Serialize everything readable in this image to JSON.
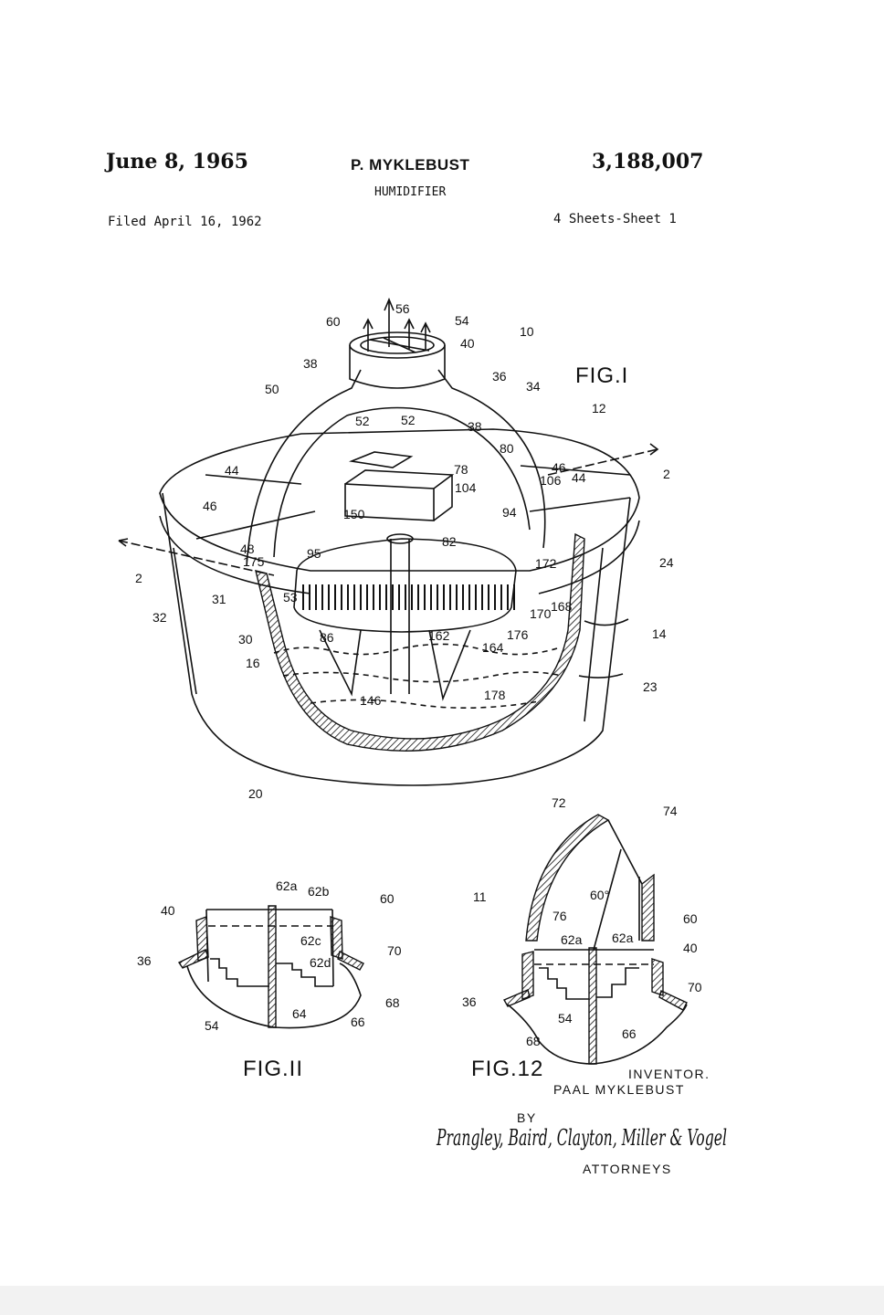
{
  "header": {
    "date": "June 8, 1965",
    "inventor": "P. MYKLEBUST",
    "patent_number": "3,188,007",
    "title": "HUMIDIFIER",
    "filed": "Filed April 16, 1962",
    "sheets": "4 Sheets-Sheet 1"
  },
  "figures": {
    "fig1": "FIG.I",
    "fig11": "FIG.II",
    "fig12": "FIG.12"
  },
  "fig1_refs": [
    "60",
    "56",
    "54",
    "10",
    "40",
    "38",
    "36",
    "34",
    "50",
    "52",
    "52",
    "38",
    "80",
    "12",
    "2",
    "78",
    "46",
    "104",
    "106",
    "44",
    "44",
    "46",
    "48",
    "175",
    "94",
    "82",
    "150",
    "95",
    "172",
    "2",
    "24",
    "31",
    "53",
    "170",
    "168",
    "32",
    "30",
    "86",
    "162",
    "176",
    "14",
    "164",
    "16",
    "23",
    "146",
    "178",
    "20"
  ],
  "fig11_refs": [
    "62a",
    "62b",
    "60",
    "40",
    "62c",
    "62d",
    "70",
    "36",
    "64",
    "68",
    "54",
    "66"
  ],
  "fig12_refs": [
    "72",
    "74",
    "11",
    "60°",
    "76",
    "60",
    "62a",
    "62a",
    "40",
    "70",
    "36",
    "54",
    "68",
    "66"
  ],
  "footer": {
    "inventor_label": "INVENTOR.",
    "inventor_name": "PAAL MYKLEBUST",
    "by": "BY",
    "signature": "Prangley, Baird, Clayton, Miller & Vogel",
    "attorneys": "ATTORNEYS"
  }
}
